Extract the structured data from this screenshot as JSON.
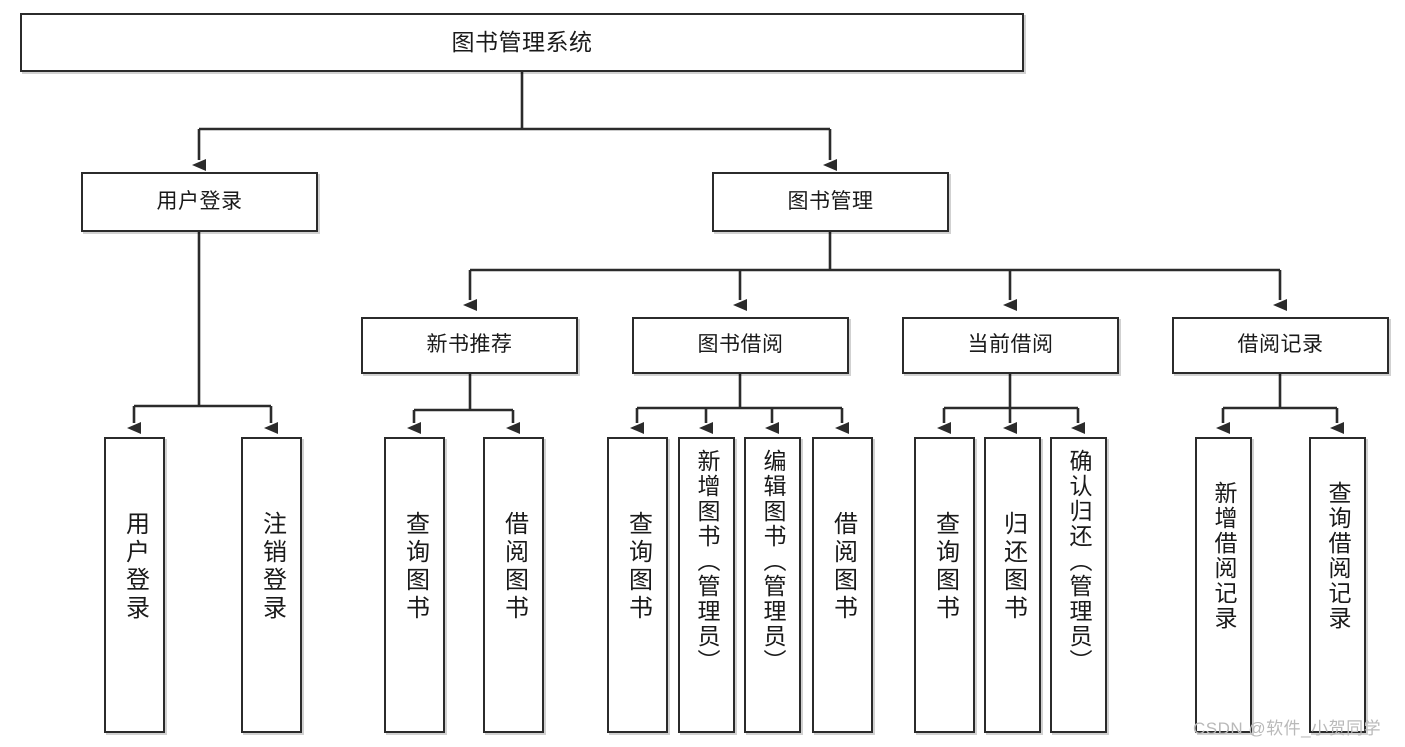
{
  "diagram": {
    "type": "tree-hierarchy-chart",
    "title": "图书管理系统",
    "theme": {
      "background": "#ffffff",
      "box_border": "#2b2b2b",
      "box_fill": "#ffffff",
      "connector": "#2b2b2b",
      "text": "#1a1a1a",
      "watermark": "#b9b9b9"
    },
    "root": {
      "label": "图书管理系统"
    },
    "level2": [
      {
        "label": "用户登录"
      },
      {
        "label": "图书管理"
      }
    ],
    "level3": [
      {
        "label": "新书推荐",
        "parent": "图书管理"
      },
      {
        "label": "图书借阅",
        "parent": "图书管理"
      },
      {
        "label": "当前借阅",
        "parent": "图书管理"
      },
      {
        "label": "借阅记录",
        "parent": "图书管理"
      }
    ],
    "leaves": {
      "用户登录": [
        {
          "label": "用户登录"
        },
        {
          "label": "注销登录"
        }
      ],
      "新书推荐": [
        {
          "label": "查询图书"
        },
        {
          "label": "借阅图书"
        }
      ],
      "图书借阅": [
        {
          "label": "查询图书"
        },
        {
          "label": "新增图书（管理员）"
        },
        {
          "label": "编辑图书（管理员）"
        },
        {
          "label": "借阅图书"
        }
      ],
      "当前借阅": [
        {
          "label": "查询图书"
        },
        {
          "label": "归还图书"
        },
        {
          "label": "确认归还（管理员）"
        }
      ],
      "借阅记录": [
        {
          "label": "新增借阅记录"
        },
        {
          "label": "查询借阅记录"
        }
      ]
    }
  },
  "watermark": {
    "text": "CSDN @软件_小贺同学"
  }
}
